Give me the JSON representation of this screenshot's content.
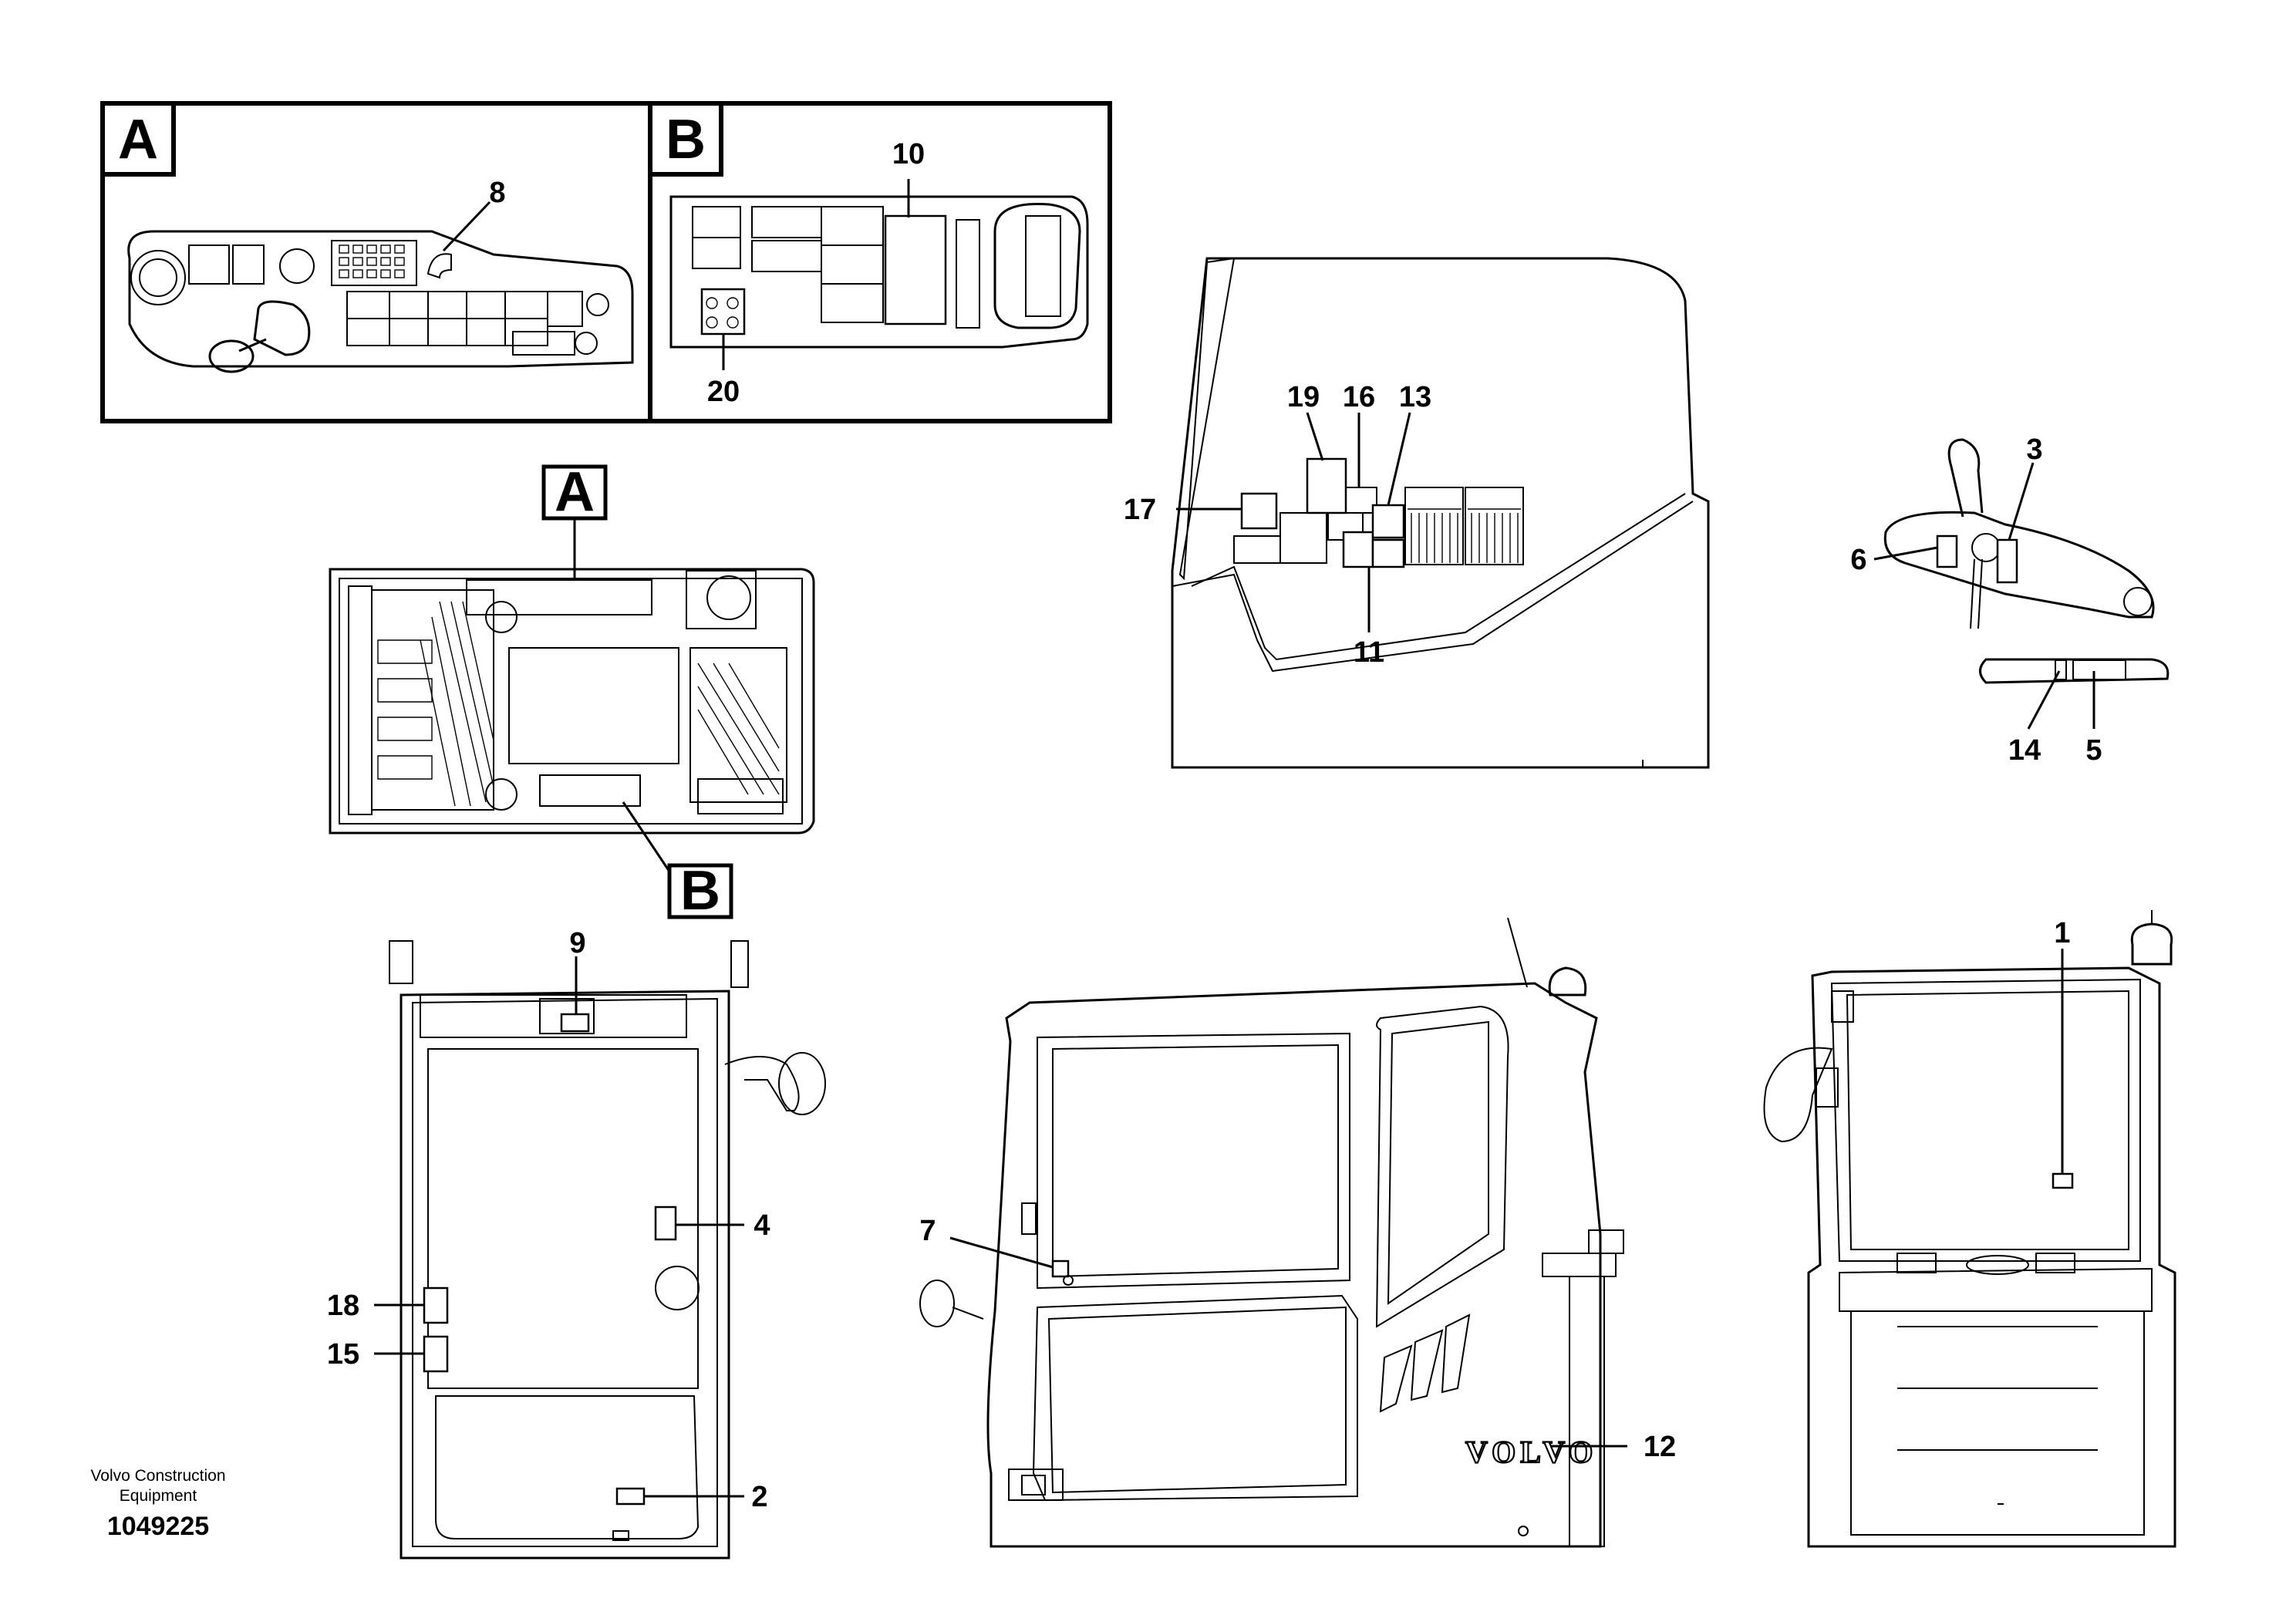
{
  "detail_boxes": {
    "a": {
      "letter": "A"
    },
    "b": {
      "letter": "B"
    }
  },
  "view_pointers": {
    "a": {
      "letter": "A"
    },
    "b": {
      "letter": "B"
    }
  },
  "callouts": {
    "c1": "1",
    "c2": "2",
    "c3": "3",
    "c4": "4",
    "c5": "5",
    "c6": "6",
    "c7": "7",
    "c8": "8",
    "c9": "9",
    "c10": "10",
    "c11": "11",
    "c12": "12",
    "c13": "13",
    "c14": "14",
    "c15": "15",
    "c16": "16",
    "c17": "17",
    "c18": "18",
    "c19": "19",
    "c20": "20"
  },
  "cab_text": {
    "volvo": "VOLVO"
  },
  "footer": {
    "company_line1": "Volvo Construction",
    "company_line2": "Equipment",
    "drawing_number": "1049225"
  }
}
